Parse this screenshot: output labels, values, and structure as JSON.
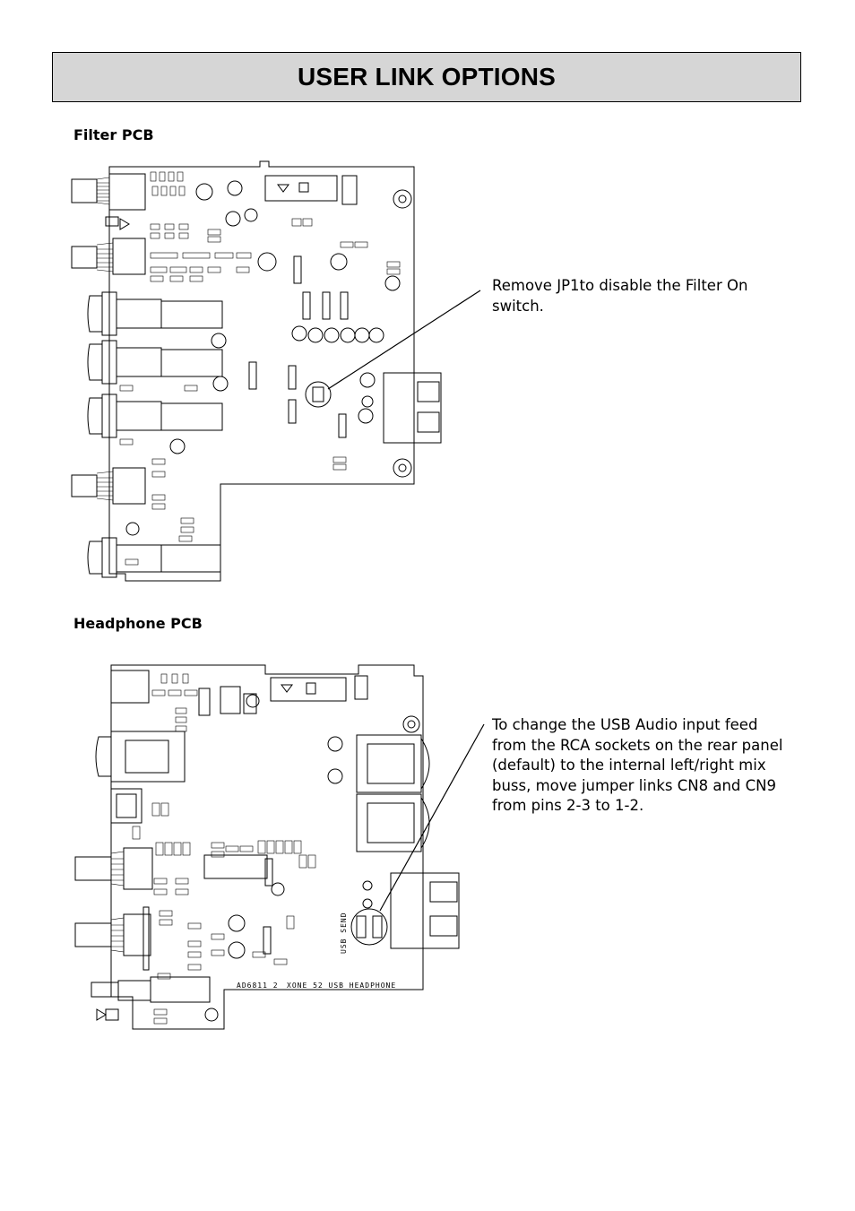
{
  "page": {
    "title": "USER LINK OPTIONS"
  },
  "filter_section": {
    "heading": "Filter PCB",
    "callout": "Remove JP1to disable the Filter On switch."
  },
  "headphone_section": {
    "heading": "Headphone PCB",
    "callout": "To change the USB Audio input feed from the RCA sockets on the rear panel (default) to the internal left/right mix buss, move jumper links CN8 and CN9 from pins 2-3 to 1-2.",
    "board_text_1": "AD6811_2",
    "board_text_2": "XONE 52 USB HEADPHONE",
    "board_text_3": "USB SEND"
  }
}
